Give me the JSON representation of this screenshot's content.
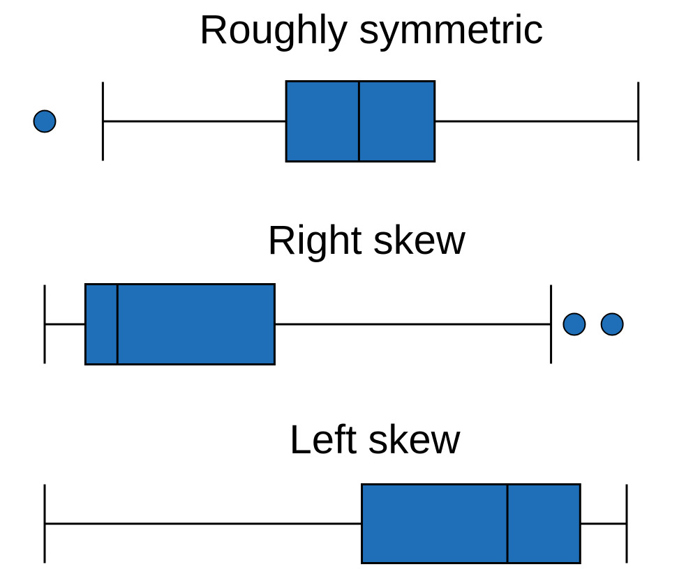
{
  "chart_data": [
    {
      "type": "boxplot",
      "title": "Roughly symmetric",
      "xlim": [
        0,
        100
      ],
      "grid": false,
      "box": {
        "whisker_low": 10,
        "q1": 41.5,
        "median": 54,
        "q3": 67,
        "whisker_high": 102
      },
      "outliers": [
        0
      ],
      "color": "#1F6FB8"
    },
    {
      "type": "boxplot",
      "title": "Right skew",
      "xlim": [
        0,
        100
      ],
      "grid": false,
      "box": {
        "whisker_low": 0,
        "q1": 7,
        "median": 12.5,
        "q3": 39.5,
        "whisker_high": 87
      },
      "outliers": [
        91,
        97.5
      ],
      "color": "#1F6FB8"
    },
    {
      "type": "boxplot",
      "title": "Left skew",
      "xlim": [
        0,
        100
      ],
      "grid": false,
      "box": {
        "whisker_low": 0,
        "q1": 54.5,
        "median": 79.5,
        "q3": 92,
        "whisker_high": 100
      },
      "outliers": [],
      "color": "#1F6FB8"
    }
  ]
}
